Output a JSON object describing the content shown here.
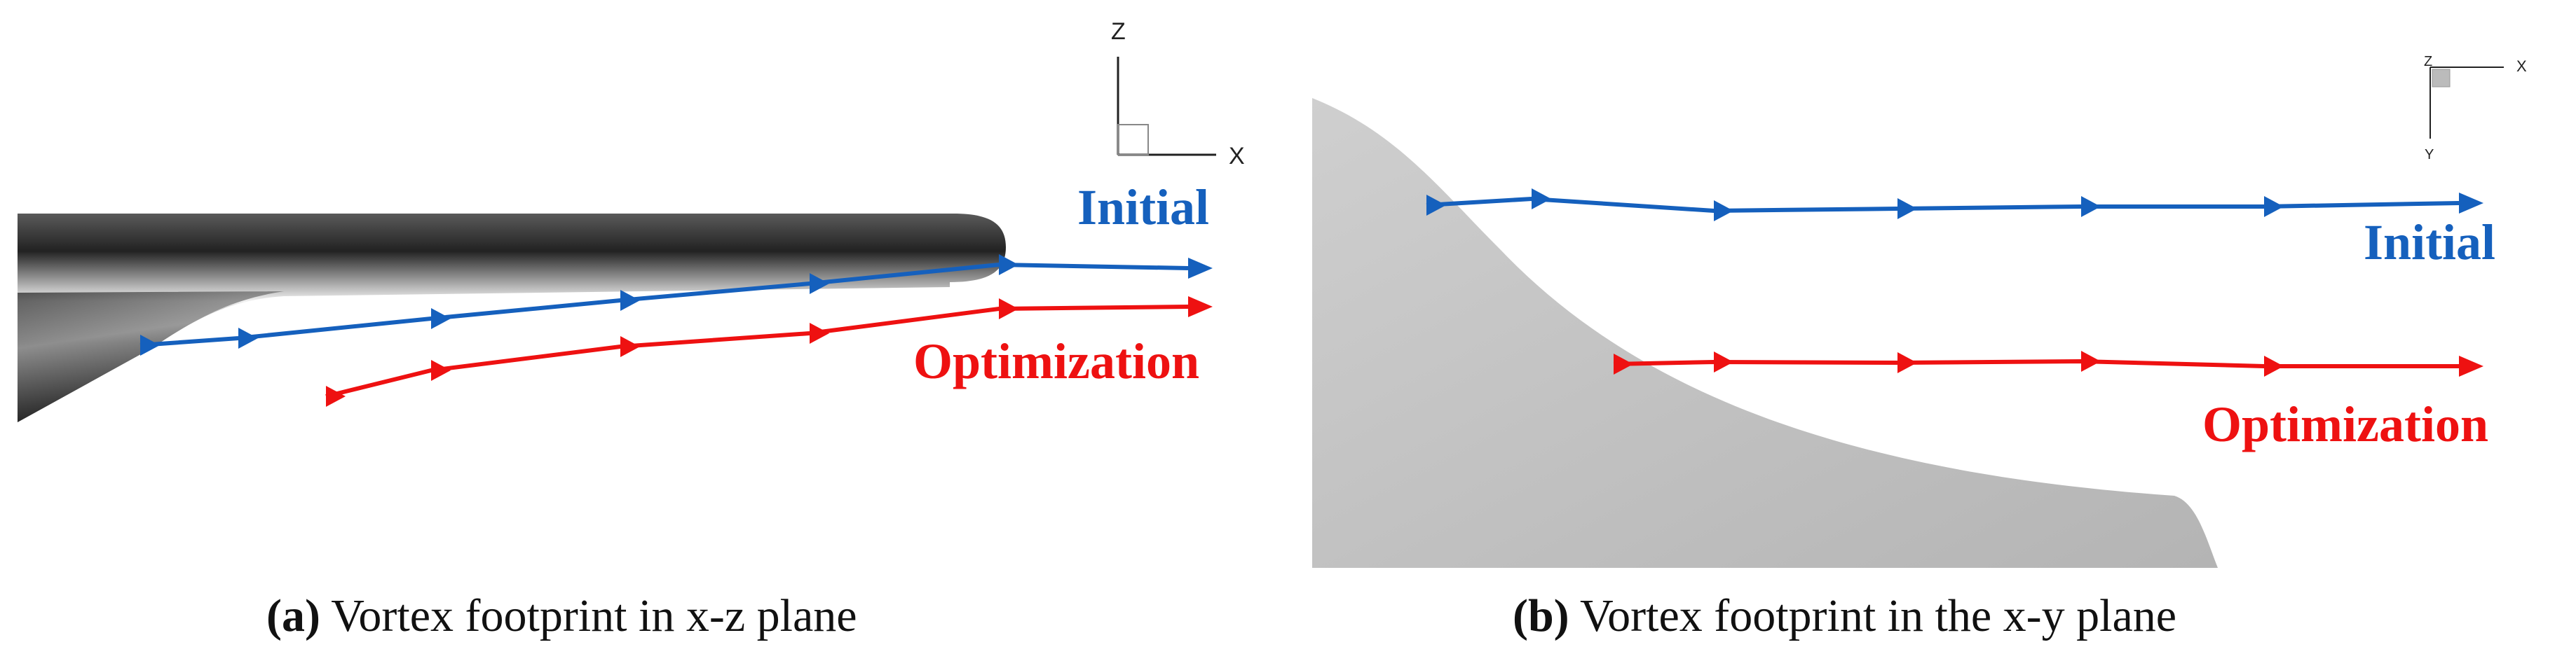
{
  "panels": [
    {
      "id": "a",
      "axes": {
        "vertical_label": "Z",
        "horizontal_label": "X"
      },
      "labels": {
        "initial": "Initial",
        "optimization": "Optimization"
      },
      "caption": {
        "tag": "(a)",
        "text": " Vortex footprint in x-z plane"
      }
    },
    {
      "id": "b",
      "axes": {
        "vertical_label": "Y",
        "horizontal_label": "X",
        "corner_label": "Z"
      },
      "labels": {
        "initial": "Initial",
        "optimization": "Optimization"
      },
      "caption": {
        "tag": "(b)",
        "text": " Vortex footprint in the x-y plane"
      }
    }
  ],
  "colors": {
    "initial": "#1560bd",
    "optimization": "#ee1111",
    "body_dark": "#2a2a2a",
    "body_light": "#bdbdbd"
  }
}
